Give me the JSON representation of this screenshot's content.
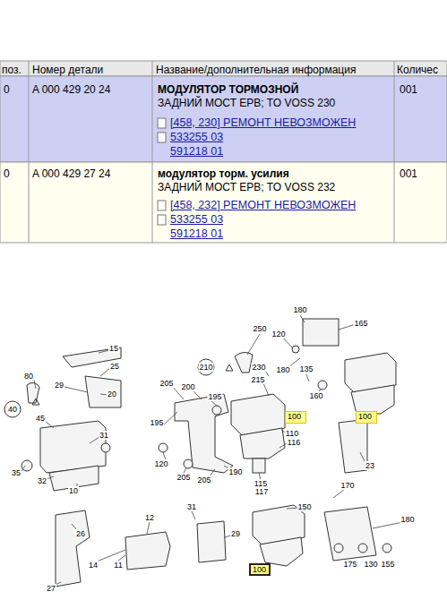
{
  "diagram": {
    "nodes": [
      {
        "text": [
          "100"
        ]
      },
      {
        "text": [
          "100"
        ]
      },
      {
        "text": [
          "100"
        ]
      }
    ],
    "labels": [
      "поз.",
      "Номер детали",
      "Название/дополнительная информация",
      "Количес",
      "0",
      "A 000 429 20 24",
      "МОДУЛЯТОР ТОРМОЗНОЙ",
      "ЗАДНИЙ МОСТ EPB; TO VOSS 230",
      "[458, 230] РЕМОНТ НЕВОЗМОЖЕН",
      "533255 03",
      "591218 01",
      "001",
      "0",
      "A 000 429 27 24",
      "модулятор торм. усилия",
      "ЗАДНИЙ МОСТ EPB; TO VOSS 232",
      "[458, 232] РЕМОНТ НЕВОЗМОЖЕН",
      "533255 03",
      "591218 01",
      "001",
      "15",
      "80",
      "25",
      "29",
      "20",
      "40",
      "45",
      "31",
      "35",
      "32",
      "10",
      "250",
      "210",
      "230",
      "215",
      "205",
      "200",
      "195",
      "195",
      "110",
      "116",
      "120",
      "205",
      "205",
      "190",
      "115",
      "117",
      "180",
      "165",
      "120",
      "135",
      "180",
      "160",
      "23",
      "170",
      "26",
      "31",
      "12",
      "29",
      "11",
      "14",
      "150",
      "180",
      "27",
      "175",
      "130",
      "155"
    ]
  }
}
